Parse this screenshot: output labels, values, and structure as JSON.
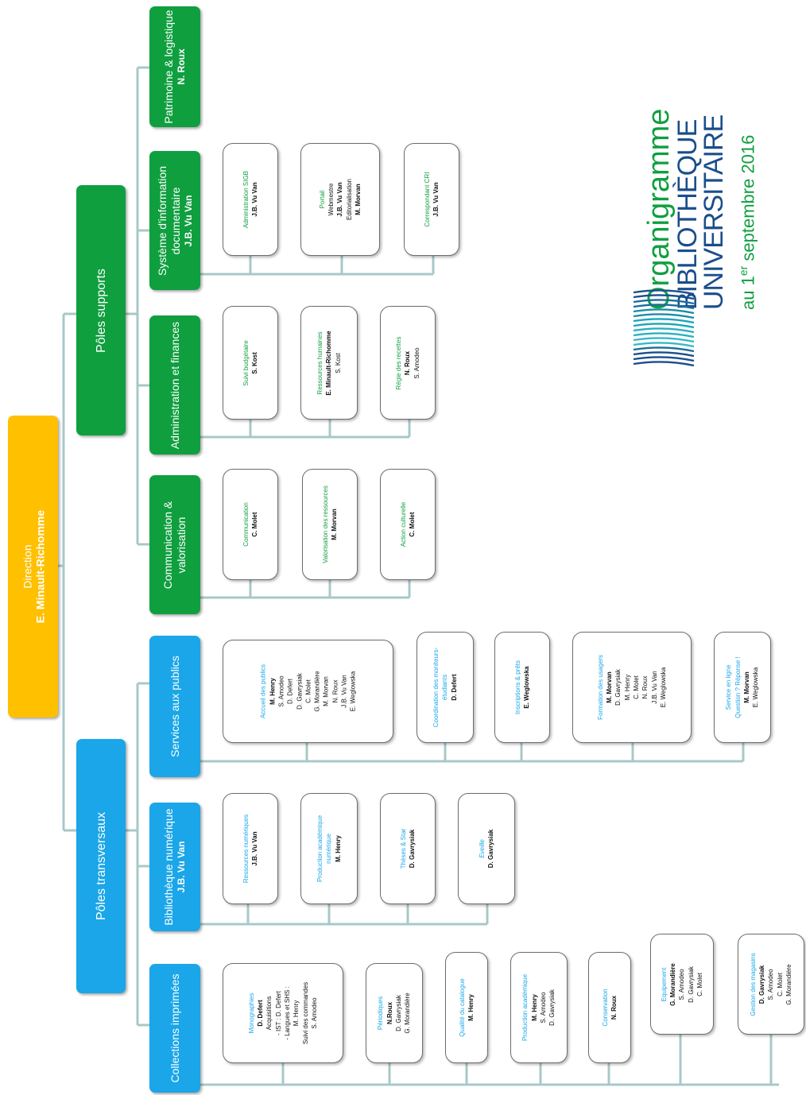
{
  "direction": {
    "title": "Direction",
    "name": "E. Minault-Richomme"
  },
  "poles": {
    "transversaux": "Pôles transversaux",
    "supports": "Pôles supports"
  },
  "services": {
    "collections": {
      "title": "Collections imprimées",
      "name": ""
    },
    "numerique": {
      "title": "Bibliothèque numérique",
      "name": "J.B. Vu Van"
    },
    "publics": {
      "title": "Services aux publics",
      "name": ""
    },
    "communication": {
      "title": "Communication & valorisation",
      "name": ""
    },
    "administration": {
      "title": "Administration et finances",
      "name": ""
    },
    "sid": {
      "title": "Système d'information documentaire",
      "name": "J.B. Vu Van"
    },
    "patrimoine": {
      "title": "Patrimoine & logistique",
      "name": "N. Roux"
    }
  },
  "cards": {
    "monographies": {
      "lines": [
        "Monographies",
        "D. Defert",
        "Acquisitions",
        "- IST : D. Defert",
        "- Langues et SHS :",
        "M. Henry",
        "Suivi des commandes",
        "S. Amodeo"
      ]
    },
    "periodiques": {
      "lines": [
        "Périodiques",
        "N.Roux",
        "D. Gavrysiak",
        "G. Morandière"
      ]
    },
    "qualite": {
      "lines": [
        "Qualité du catalogue",
        "M. Henry"
      ]
    },
    "production_acad": {
      "lines": [
        "Production académique",
        "M. Henry",
        "S. Amodeo",
        "D. Gavrysiak"
      ]
    },
    "conservation": {
      "lines": [
        "Conservation",
        "N. Roux"
      ]
    },
    "equipement": {
      "lines": [
        "Equipement",
        "G. Morandière",
        "S. Amodeo",
        "D. Gavrysiak",
        "C. Molet"
      ]
    },
    "magasins": {
      "lines": [
        "Gestion des magasins",
        "D. Gavrysiak",
        "S. Amodeo",
        "C. Molet",
        "G. Morandière"
      ]
    },
    "ressources_num": {
      "lines": [
        "Ressources numériques",
        "J.B. Vu Van"
      ]
    },
    "production_num": {
      "lines": [
        "Production académique",
        "numérique",
        "M. Henry"
      ]
    },
    "theses": {
      "lines": [
        "Thèses & Star",
        "D. Gavrysiak"
      ]
    },
    "eveille": {
      "lines": [
        "Eveille",
        "D. Gavrysiak"
      ]
    },
    "accueil": {
      "lines": [
        "Accueil des publics",
        "M. Henry",
        "S. Amodeo",
        "D. Defert",
        "D. Gavrysiak",
        "C. Molet",
        "G. Morandière",
        "M. Morvan",
        "N. Roux",
        "J.B. Vu Van",
        "E. Weglowska"
      ]
    },
    "coordination": {
      "lines": [
        "Coordination des moniteurs-",
        "étudiants",
        "D. Defert"
      ]
    },
    "inscriptions": {
      "lines": [
        "Inscriptions & prêts",
        "E. Weglowska"
      ]
    },
    "formation": {
      "lines": [
        "Formation des usagers",
        "M. Morvan",
        "D. Gavrysiak",
        "M. Henry",
        "C. Molet",
        "N. Roux",
        "J.B. Vu Van",
        "E. Weglowska"
      ]
    },
    "service_ligne": {
      "lines": [
        "Service en ligne",
        "Question ? Réponse !",
        "M. Morvan",
        "E. Weglowska"
      ]
    },
    "communication_c": {
      "lines": [
        "Communication",
        "C. Molet"
      ]
    },
    "valorisation": {
      "lines": [
        "Valorisation des ressources",
        "M. Morvan"
      ]
    },
    "action": {
      "lines": [
        "Action culturelle",
        "C. Molet"
      ]
    },
    "budget": {
      "lines": [
        "Suivi budgétaire",
        "S. Kost"
      ]
    },
    "rh": {
      "lines": [
        "Ressources humaines",
        "E. Minault-Richomme",
        "S. Kost"
      ]
    },
    "regie": {
      "lines": [
        "Régie des recettes",
        "N. Roux",
        "S. Amodeo"
      ]
    },
    "sigb": {
      "lines": [
        "Administration SIGB",
        "J.B. Vu Van"
      ]
    },
    "portail": {
      "lines": [
        "Portail",
        "Webmestre",
        "J.B. Vu Van",
        "Editorialisation",
        "M. Morvan"
      ]
    },
    "cri": {
      "lines": [
        "Correspondant CRI",
        "J.B. Vu Van"
      ]
    }
  },
  "title": {
    "line1": "Organigramme",
    "line2": "BIBLIOTHÈQUE",
    "line3": "UNIVERSITAIRE",
    "date_prefix": "au 1",
    "date_sup": "er",
    "date_suffix": " septembre 2016"
  },
  "colors": {
    "direction": "#FFC000",
    "transversal": "#1AA6E8",
    "support": "#0F9F3F",
    "connector": "#A8C8C8",
    "brand_blue": "#1A4E8C"
  }
}
